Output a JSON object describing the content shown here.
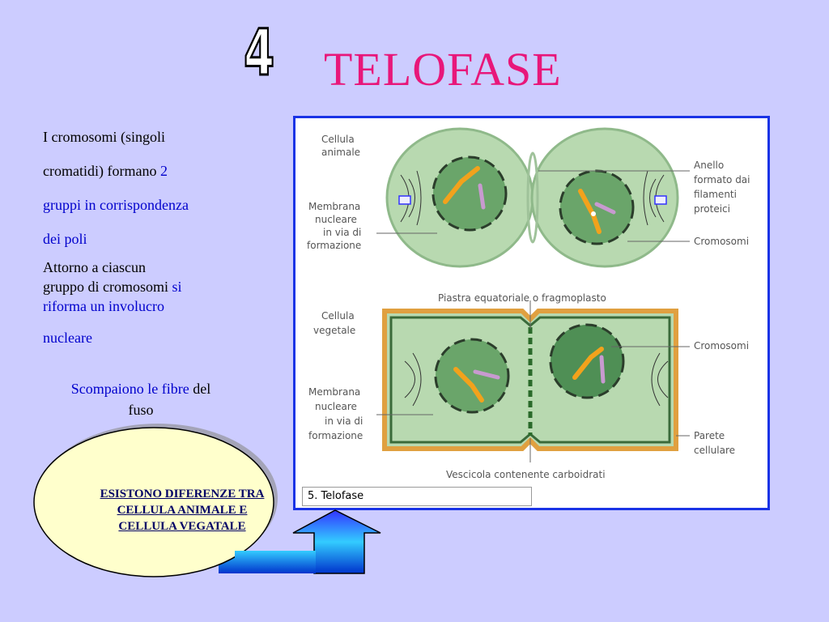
{
  "slide": {
    "number": "4",
    "title": "TELOFASE"
  },
  "text": {
    "line1": "I cromosomi (singoli",
    "line2_black": "cromatidi) formano ",
    "line2_blue": "2",
    "line3": "gruppi in corrispondenza",
    "line4": "dei poli",
    "p2_black1": "Attorno a ciascun",
    "p2_black2": "gruppo di cromosomi ",
    "p2_blue1": "si",
    "p2_blue2": "riforma un involucro",
    "p2_blue3": "nucleare",
    "fibre_blue": "Scompaiono le fibre",
    "fibre_black1": " del",
    "fibre_black2": "fuso"
  },
  "callout": {
    "line1": "ESISTONO DIFERENZE TRA",
    "line2": "CELLULA ANIMALE E",
    "line3": "CELLULA VEGATALE"
  },
  "figure": {
    "caption": "5. Telofase",
    "labels": {
      "cellula_animale_1": "Cellula",
      "cellula_animale_2": "animale",
      "membrana_a_1": "Membrana",
      "membrana_a_2": "nucleare",
      "membrana_a_3": "in via di",
      "membrana_a_4": "formazione",
      "anello_1": "Anello",
      "anello_2": "formato dai",
      "anello_3": "filamenti",
      "anello_4": "proteici",
      "cromosomi_a": "Cromosomi",
      "piastra": "Piastra equatoriale o fragmoplasto",
      "cellula_vegetale_1": "Cellula",
      "cellula_vegetale_2": "vegetale",
      "membrana_v_1": "Membrana",
      "membrana_v_2": "nucleare",
      "membrana_v_3": "in via di",
      "membrana_v_4": "formazione",
      "cromosomi_v": "Cromosomi",
      "parete_1": "Parete",
      "parete_2": "cellulare",
      "vescicola": "Vescicola contenente carboidrati"
    }
  },
  "colors": {
    "background": "#ccccff",
    "title": "#e8177a",
    "highlight": "#0000cc",
    "frame": "#1a33e6",
    "callout_fill": "#ffffcc",
    "arrow_fill": "#3399ff"
  },
  "icons": [
    "up-arrow-icon"
  ]
}
